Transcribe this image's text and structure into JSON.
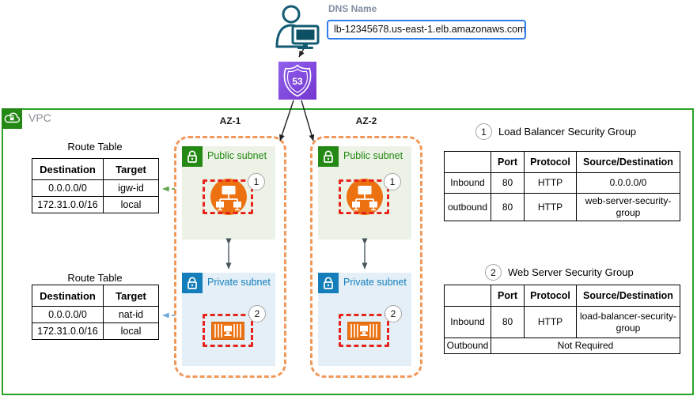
{
  "dns": {
    "label": "DNS Name",
    "value": "lb-12345678.us-east-1.elb.amazonaws.com"
  },
  "route53": {
    "number": "53"
  },
  "vpc": {
    "label": "VPC"
  },
  "route_tables": [
    {
      "title": "Route Table",
      "headers": [
        "Destination",
        "Target"
      ],
      "rows": [
        [
          "0.0.0.0/0",
          "igw-id"
        ],
        [
          "172.31.0.0/16",
          "local"
        ]
      ]
    },
    {
      "title": "Route Table",
      "headers": [
        "Destination",
        "Target"
      ],
      "rows": [
        [
          "0.0.0.0/0",
          "nat-id"
        ],
        [
          "172.31.0.0/16",
          "local"
        ]
      ]
    }
  ],
  "zones": [
    {
      "label": "AZ-1",
      "public_subnet": {
        "label": "Public subnet",
        "badge": "1"
      },
      "private_subnet": {
        "label": "Private subnet",
        "badge": "2"
      }
    },
    {
      "label": "AZ-2",
      "public_subnet": {
        "label": "Public subnet",
        "badge": "1"
      },
      "private_subnet": {
        "label": "Private subnet",
        "badge": "2"
      }
    }
  ],
  "security_groups": [
    {
      "badge": "1",
      "title": "Load Balancer Security Group",
      "headers": [
        "",
        "Port",
        "Protocol",
        "Source/Destination"
      ],
      "rows": [
        [
          "Inbound",
          "80",
          "HTTP",
          "0.0.0.0/0"
        ],
        [
          "outbound",
          "80",
          "HTTP",
          "web-server-security-group"
        ]
      ]
    },
    {
      "badge": "2",
      "title": "Web Server Security Group",
      "headers": [
        "",
        "Port",
        "Protocol",
        "Source/Destination"
      ],
      "rows": [
        [
          "Inbound",
          "80",
          "HTTP",
          "load-balancer-security-group"
        ]
      ],
      "merged_row": {
        "label": "Outbound",
        "value": "Not Required"
      }
    }
  ],
  "colors": {
    "vpc_border": "#2aa32a",
    "vpc_icon": "#248814",
    "public_subnet": "#248814",
    "public_fill": "#ECF3E6",
    "private_subnet": "#147EBA",
    "private_fill": "#E4EFF7",
    "az_dash": "#F0995A",
    "security_group_dash": "#E8231D",
    "elb_ec2_orange": "#EC7211",
    "route53_purple": "#7436CF",
    "user_teal": "#125B73",
    "dns_input_border": "#2E7CEE",
    "igw_arrow_green": "#66A550",
    "nat_arrow_blue": "#6FA8DC"
  }
}
